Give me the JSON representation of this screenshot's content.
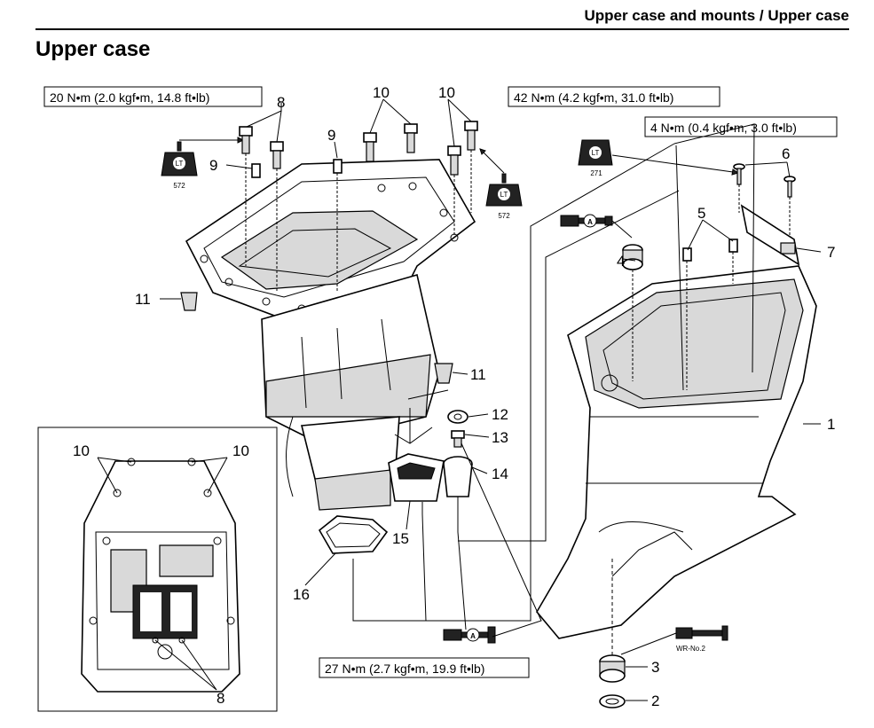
{
  "header": {
    "section_title": "Upper case and mounts / Upper case"
  },
  "page_title": "Upper case",
  "torque_specs": {
    "spec_20": "20 N•m (2.0 kgf•m, 14.8 ft•lb)",
    "spec_42": "42 N•m (4.2 kgf•m, 31.0 ft•lb)",
    "spec_4": "4 N•m (0.4 kgf•m, 3.0 ft•lb)",
    "spec_27": "27 N•m (2.7 kgf•m, 19.9 ft•lb)"
  },
  "symbols": {
    "loctite_572": "572",
    "loctite_271": "271",
    "loctite_mark": "LT",
    "grease_a": "A",
    "grease_wr": "WR-No.2"
  },
  "callouts": {
    "n1": "1",
    "n2": "2",
    "n3": "3",
    "n4": "4",
    "n5": "5",
    "n6": "6",
    "n7": "7",
    "n8": "8",
    "n9": "9",
    "n10": "10",
    "n11": "11",
    "n12": "12",
    "n13": "13",
    "n14": "14",
    "n15": "15",
    "n16": "16"
  }
}
